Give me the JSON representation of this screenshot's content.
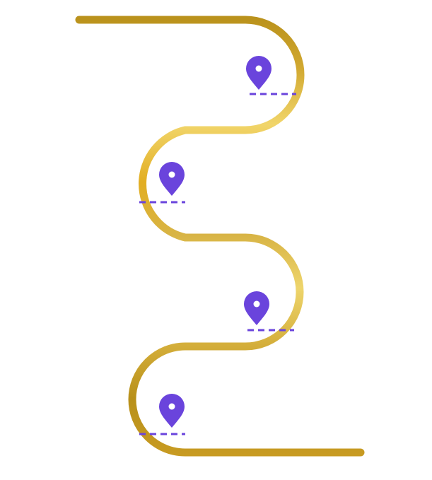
{
  "diagram": {
    "road": {
      "icon": "winding-road-path",
      "gradient_colors": [
        "#B8901A",
        "#C9A22A",
        "#E0B840",
        "#F3DA6E",
        "#E4AC1E",
        "#C9A22A",
        "#EFD76E",
        "#B8901A",
        "#C89B22"
      ]
    },
    "milestones": [
      {
        "icon": "map-pin-icon",
        "color": "#6A44DC",
        "side": "right"
      },
      {
        "icon": "map-pin-icon",
        "color": "#6A44DC",
        "side": "left"
      },
      {
        "icon": "map-pin-icon",
        "color": "#6A44DC",
        "side": "right"
      },
      {
        "icon": "map-pin-icon",
        "color": "#6A44DC",
        "side": "left"
      }
    ]
  }
}
